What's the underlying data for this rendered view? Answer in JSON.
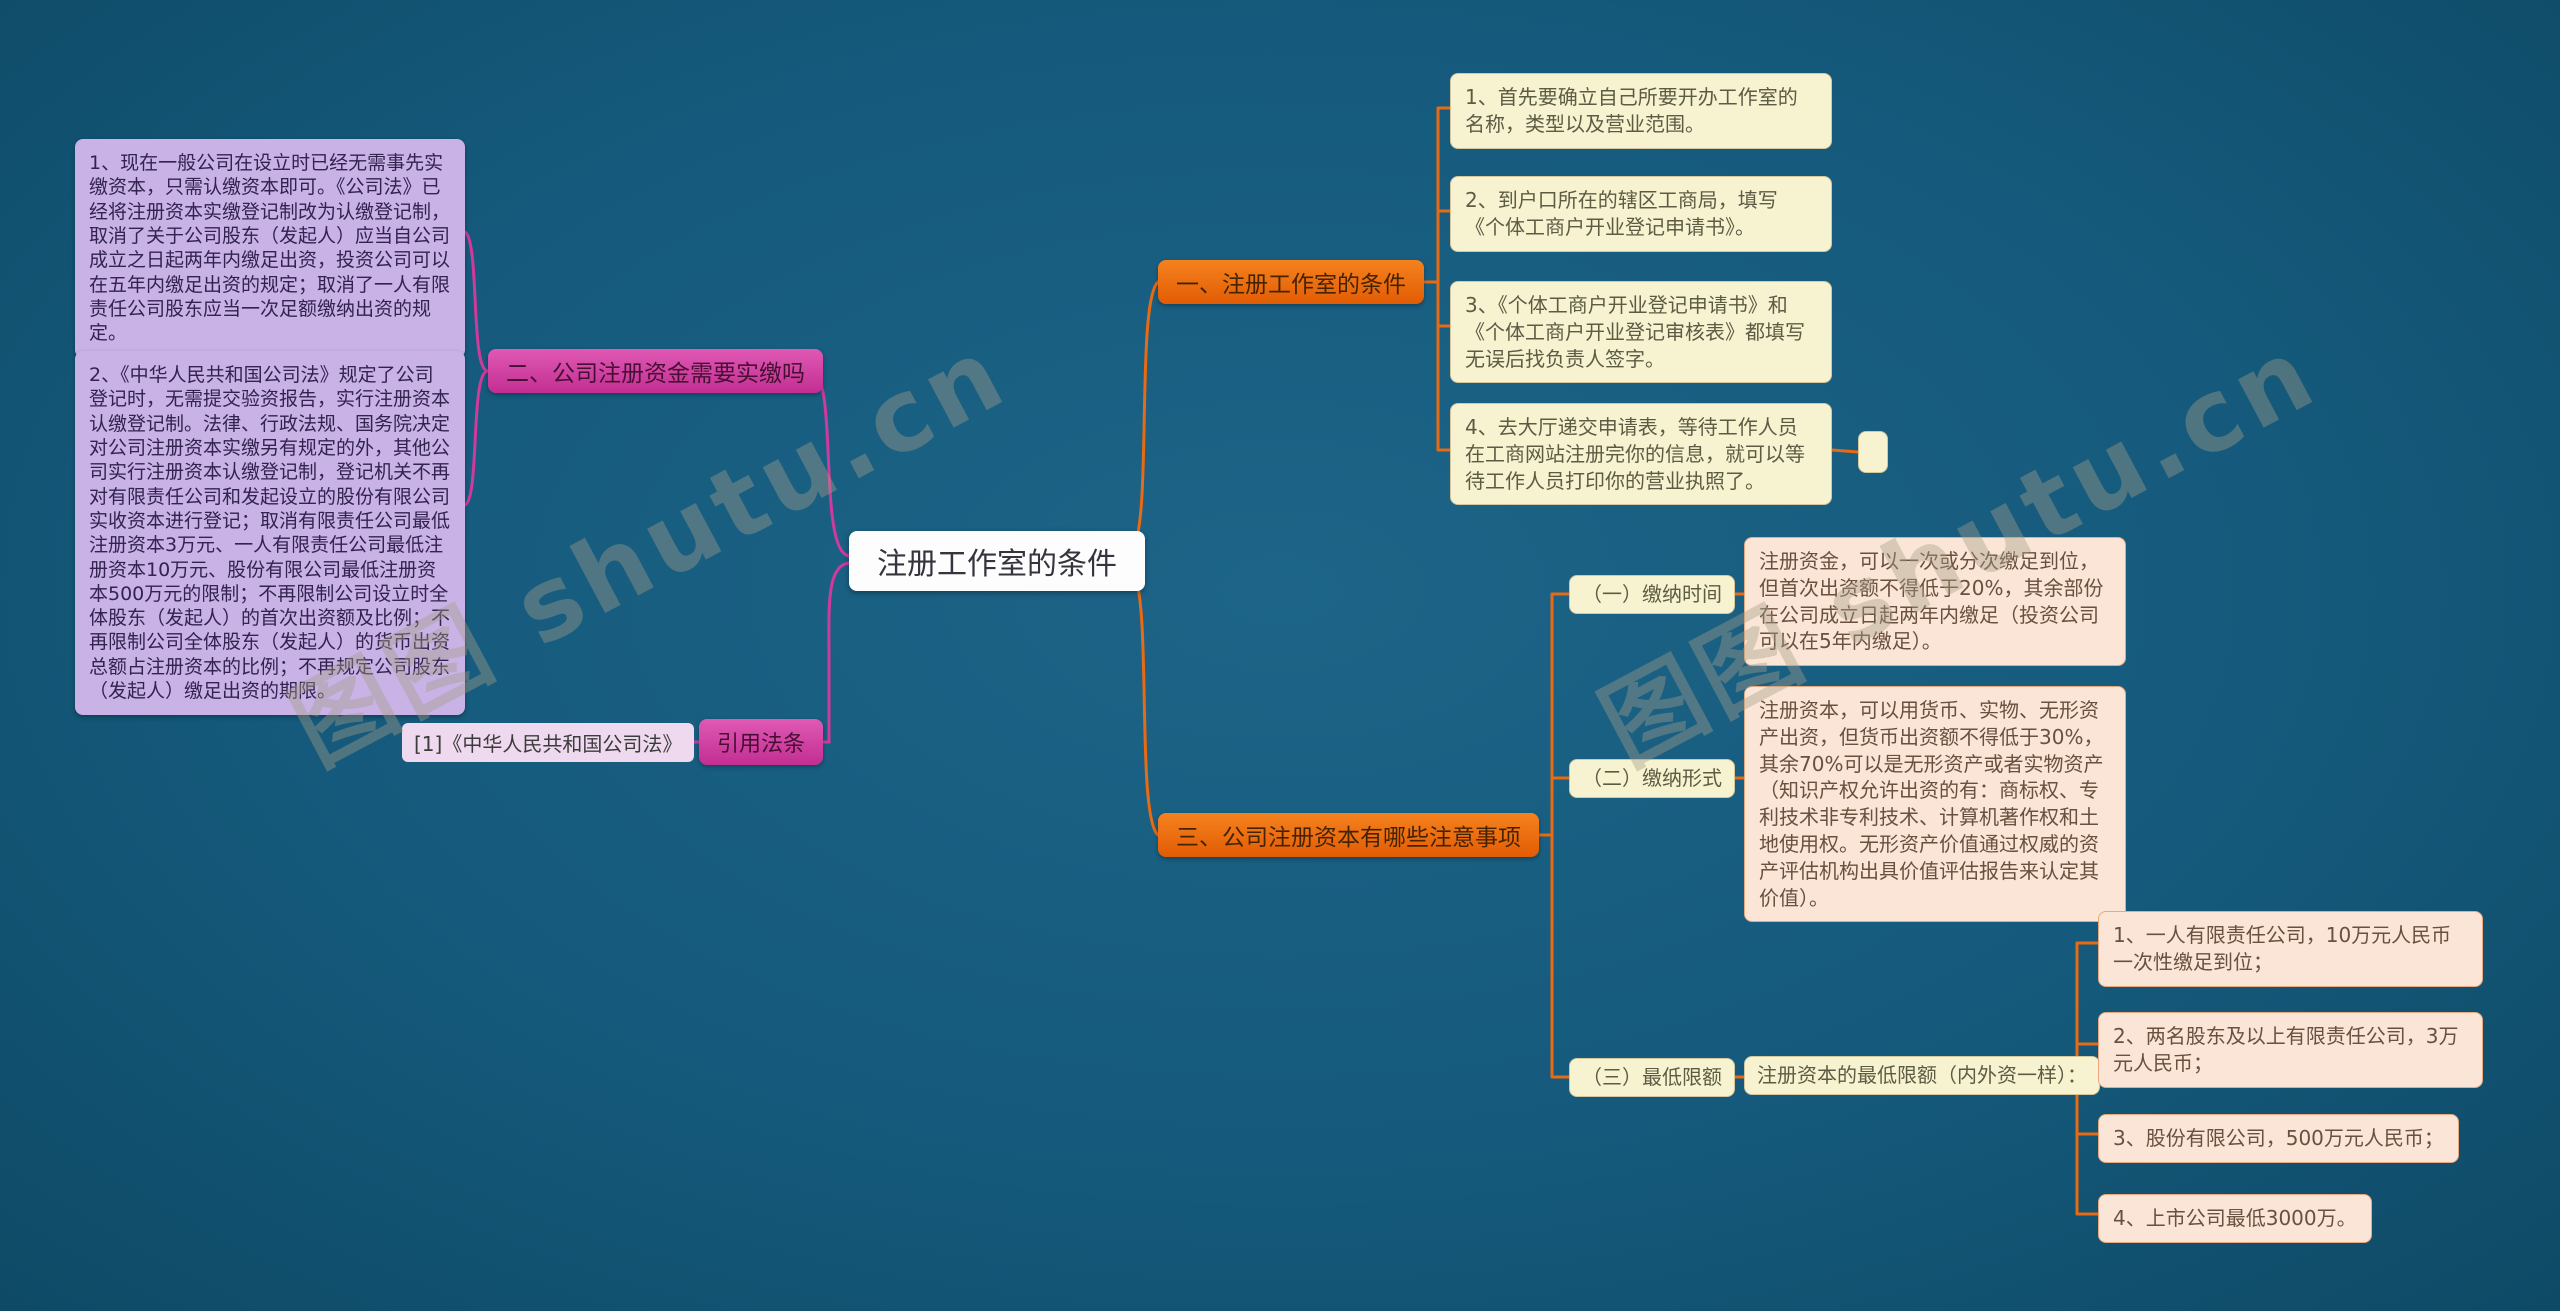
{
  "watermark": {
    "text": "图图 shutu.cn"
  },
  "root": {
    "label": "注册工作室的条件"
  },
  "branch1": {
    "label": "一、注册工作室的条件",
    "items": [
      {
        "text": "1、首先要确立自己所要开办工作室的名称，类型以及营业范围。"
      },
      {
        "text": "2、到户口所在的辖区工商局，填写《个体工商户开业登记申请书》。"
      },
      {
        "text": "3、《个体工商户开业登记申请书》和《个体工商户开业登记审核表》都填写无误后找负责人签字。"
      },
      {
        "text": "4、去大厅递交申请表，等待工作人员在工商网站注册完你的信息，就可以等待工作人员打印你的营业执照了。"
      }
    ]
  },
  "branch2": {
    "label": "二、公司注册资金需要实缴吗",
    "items": [
      {
        "text": "1、现在一般公司在设立时已经无需事先实缴资本，只需认缴资本即可。《公司法》已经将注册资本实缴登记制改为认缴登记制，取消了关于公司股东（发起人）应当自公司成立之日起两年内缴足出资，投资公司可以在五年内缴足出资的规定；取消了一人有限责任公司股东应当一次足额缴纳出资的规定。"
      },
      {
        "text": "2、《中华人民共和国公司法》规定了公司登记时，无需提交验资报告，实行注册资本认缴登记制。法律、行政法规、国务院决定对公司注册资本实缴另有规定的外，其他公司实行注册资本认缴登记制，登记机关不再对有限责任公司和发起设立的股份有限公司实收资本进行登记；取消有限责任公司最低注册资本3万元、一人有限责任公司最低注册资本10万元、股份有限公司最低注册资本500万元的限制；不再限制公司设立时全体股东（发起人）的首次出资额及比例；不再限制公司全体股东（发起人）的货币出资总额占注册资本的比例；不再规定公司股东（发起人）缴足出资的期限。"
      }
    ],
    "citation_label": "引用法条",
    "citation": "[1]《中华人民共和国公司法》"
  },
  "branch3": {
    "label": "三、公司注册资本有哪些注意事项",
    "sub1": {
      "label": "（一）缴纳时间",
      "text": "注册资金，可以一次或分次缴足到位，但首次出资额不得低于20%，其余部份在公司成立日起两年内缴足（投资公司可以在5年内缴足）。"
    },
    "sub2": {
      "label": "（二）缴纳形式",
      "text": "注册资本，可以用货币、实物、无形资产出资，但货币出资额不得低于30%，其余70%可以是无形资产或者实物资产（知识产权允许出资的有：商标权、专利技术非专利技术、计算机著作权和土地使用权。无形资产价值通过权威的资产评估机构出具价值评估报告来认定其价值）。"
    },
    "sub3": {
      "label": "（三）最低限额",
      "text": "注册资本的最低限额（内外资一样）：",
      "items": [
        {
          "text": "1、一人有限责任公司，10万元人民币一次性缴足到位；"
        },
        {
          "text": "2、两名股东及以上有限责任公司，3万元人民币；"
        },
        {
          "text": "3、股份有限公司，500万元人民币；"
        },
        {
          "text": "4、上市公司最低3000万。"
        }
      ]
    }
  },
  "colors": {
    "background": "#155a7c",
    "orange": "#e86a12",
    "magenta": "#cf3a9b",
    "purple": "#c9b2e6",
    "cream": "#f7f2d0",
    "peach": "#fbe5d6"
  }
}
